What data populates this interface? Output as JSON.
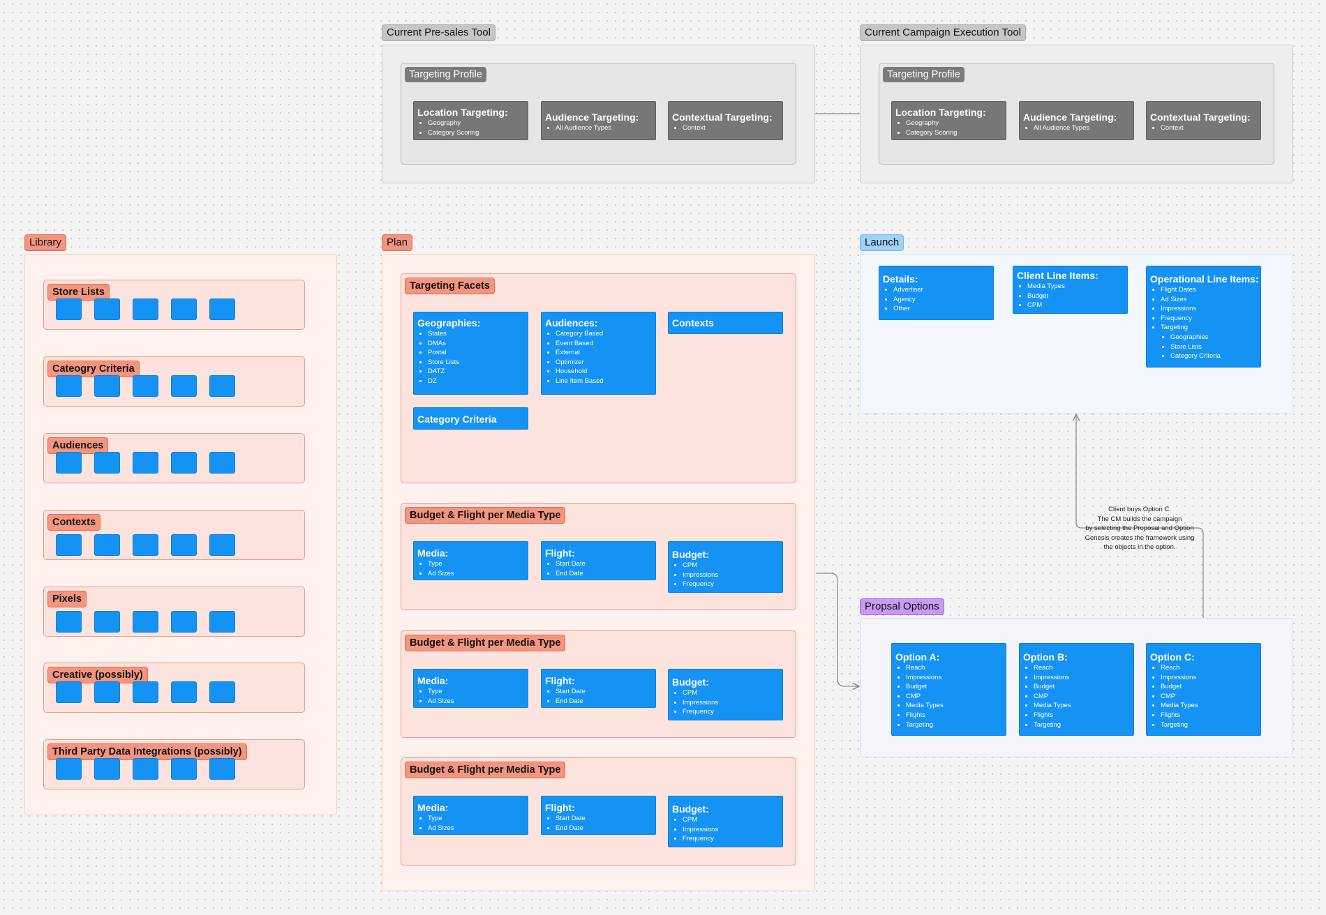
{
  "presales": {
    "label": "Current Pre-sales Tool",
    "profile_title": "Targeting Profile",
    "cards": [
      {
        "title": "Location Targeting:",
        "items": [
          "Geography",
          "Category Scoring"
        ]
      },
      {
        "title": "Audience Targeting:",
        "items": [
          "All Audience Types"
        ]
      },
      {
        "title": "Contextual Targeting:",
        "items": [
          "Context"
        ]
      }
    ]
  },
  "execution": {
    "label": "Current Campaign Execution Tool",
    "profile_title": "Targeting Profile",
    "cards": [
      {
        "title": "Location Targeting:",
        "items": [
          "Geography",
          "Category Scoring"
        ]
      },
      {
        "title": "Audience Targeting:",
        "items": [
          "All Audience Types"
        ]
      },
      {
        "title": "Contextual Targeting:",
        "items": [
          "Context"
        ]
      }
    ]
  },
  "library": {
    "label": "Library",
    "groups": [
      {
        "title": "Store Lists"
      },
      {
        "title": "Cateogry Criteria"
      },
      {
        "title": "Audiences"
      },
      {
        "title": "Contexts"
      },
      {
        "title": "Pixels"
      },
      {
        "title": "Creative (possibly)"
      },
      {
        "title": "Third Party Data Integrations (possibly)"
      }
    ]
  },
  "plan": {
    "label": "Plan",
    "facets": {
      "title": "Targeting Facets",
      "geographies": {
        "title": "Geographies:",
        "items": [
          "States",
          "DMAs",
          "Postal",
          "Store Lists",
          "DATZ",
          "DZ"
        ]
      },
      "audiences": {
        "title": "Audiences:",
        "items": [
          "Category Based",
          "Event Based",
          "External",
          "Optimizer",
          "Household",
          "Line Item Based"
        ]
      },
      "contexts": {
        "title": "Contexts"
      },
      "category_criteria": {
        "title": "Category Criteria"
      }
    },
    "budget_groups": [
      {
        "title": "Budget & Flight per Media Type",
        "media": {
          "title": "Media:",
          "items": [
            "Type",
            "Ad Sizes"
          ]
        },
        "flight": {
          "title": "Flight:",
          "items": [
            "Start Date",
            "End Date"
          ]
        },
        "budget": {
          "title": "Budget:",
          "items": [
            "CPM",
            "Impressions",
            "Frequency"
          ]
        }
      },
      {
        "title": "Budget & Flight per Media Type",
        "media": {
          "title": "Media:",
          "items": [
            "Type",
            "Ad Sizes"
          ]
        },
        "flight": {
          "title": "Flight:",
          "items": [
            "Start Date",
            "End Date"
          ]
        },
        "budget": {
          "title": "Budget:",
          "items": [
            "CPM",
            "Impressions",
            "Frequency"
          ]
        }
      },
      {
        "title": "Budget & Flight per Media Type",
        "media": {
          "title": "Media:",
          "items": [
            "Type",
            "Ad Sizes"
          ]
        },
        "flight": {
          "title": "Flight:",
          "items": [
            "Start Date",
            "End Date"
          ]
        },
        "budget": {
          "title": "Budget:",
          "items": [
            "CPM",
            "Impressions",
            "Frequency"
          ]
        }
      }
    ]
  },
  "launch": {
    "label": "Launch",
    "details": {
      "title": "Details:",
      "items": [
        "Advertiser",
        "Agency",
        "Other"
      ]
    },
    "client_line_items": {
      "title": "Client Line Items:",
      "items": [
        "Media Types",
        "Budget",
        "CPM"
      ]
    },
    "operational_line_items": {
      "title": "Operational Line Items:",
      "items": [
        "Flight Dates",
        "Ad Sizes",
        "Impressions",
        "Frequency",
        "Targeting"
      ],
      "sub_items": [
        "Geographies",
        "Store Lists",
        "Category Criteria"
      ]
    }
  },
  "proposal": {
    "label": "Propsal Options",
    "options": [
      {
        "title": "Option A:",
        "items": [
          "Reach",
          "Impressions",
          "Budget",
          "CMP",
          "Media Types",
          "Flights",
          "Targeting"
        ]
      },
      {
        "title": "Option B:",
        "items": [
          "Reach",
          "Impressions",
          "Budget",
          "CMP",
          "Media Types",
          "Flights",
          "Targeting"
        ]
      },
      {
        "title": "Option C:",
        "items": [
          "Reach",
          "Impressions",
          "Budget",
          "CMP",
          "Media Types",
          "Flights",
          "Targeting"
        ]
      }
    ]
  },
  "note": {
    "lines": [
      "Client buys Option C.",
      "The CM builds the campaign",
      "by selecting the Proposal and Option",
      "Genesis creates the framework using",
      "the objects in the option."
    ]
  },
  "colors": {
    "card_blue": "#1593f5",
    "card_gray": "#777777",
    "label_red": "#f3957f",
    "label_blue": "#9fd2f7",
    "label_purple": "#c99af4",
    "label_gray": "#c6c6c6",
    "connector": "#8a8a8a"
  }
}
